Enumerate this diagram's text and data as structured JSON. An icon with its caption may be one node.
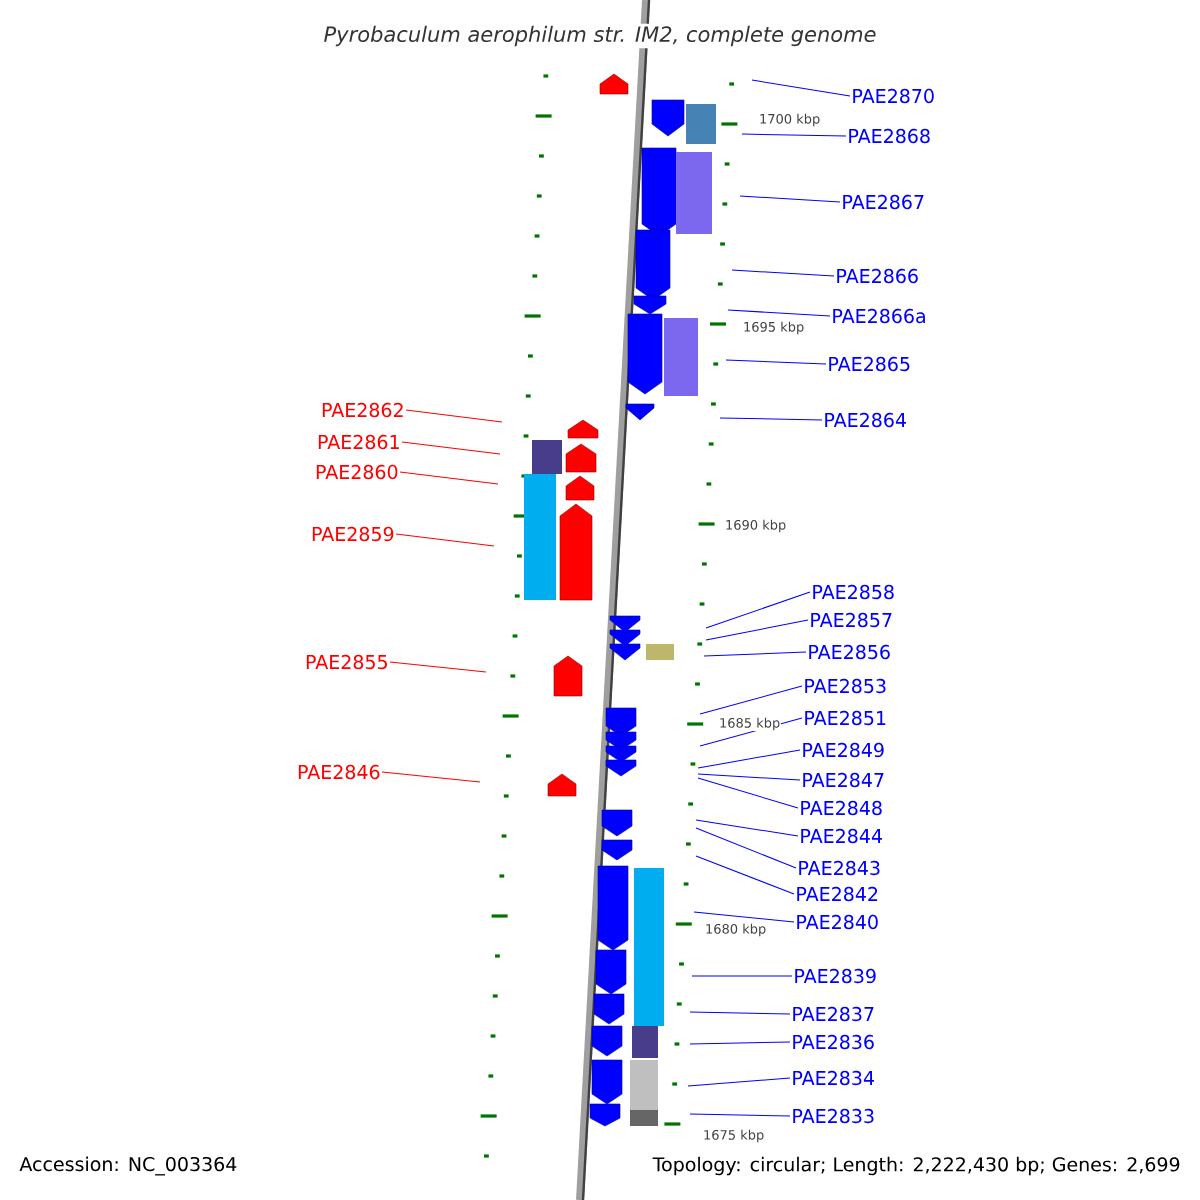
{
  "diagram": {
    "title": "Pyrobaculum aerophilum str. IM2, complete genome",
    "nodes": [
      {
        "text": [
          "PAE2870"
        ]
      },
      {
        "text": [
          "PAE2868"
        ]
      },
      {
        "text": [
          "PAE2867"
        ]
      },
      {
        "text": [
          "PAE2866"
        ]
      },
      {
        "text": [
          "PAE2866a"
        ]
      },
      {
        "text": [
          "PAE2865"
        ]
      },
      {
        "text": [
          "PAE2864"
        ]
      },
      {
        "text": [
          "PAE2862"
        ]
      },
      {
        "text": [
          "PAE2861"
        ]
      },
      {
        "text": [
          "PAE2860"
        ]
      },
      {
        "text": [
          "PAE2859"
        ]
      },
      {
        "text": [
          "PAE2858"
        ]
      },
      {
        "text": [
          "PAE2857"
        ]
      },
      {
        "text": [
          "PAE2856"
        ]
      },
      {
        "text": [
          "PAE2855"
        ]
      },
      {
        "text": [
          "PAE2853"
        ]
      },
      {
        "text": [
          "PAE2851"
        ]
      },
      {
        "text": [
          "PAE2849"
        ]
      },
      {
        "text": [
          "PAE2847"
        ]
      },
      {
        "text": [
          "PAE2846"
        ]
      },
      {
        "text": [
          "PAE2848"
        ]
      },
      {
        "text": [
          "PAE2844"
        ]
      },
      {
        "text": [
          "PAE2843"
        ]
      },
      {
        "text": [
          "PAE2842"
        ]
      },
      {
        "text": [
          "PAE2840"
        ]
      },
      {
        "text": [
          "PAE2839"
        ]
      },
      {
        "text": [
          "PAE2837"
        ]
      },
      {
        "text": [
          "PAE2836"
        ]
      },
      {
        "text": [
          "PAE2834"
        ]
      },
      {
        "text": [
          "PAE2833"
        ]
      }
    ],
    "edges": [
      {
        "from": 0,
        "to": null,
        "arrow": "none"
      },
      {
        "from": 1,
        "to": null,
        "arrow": "none"
      },
      {
        "from": 2,
        "to": null,
        "arrow": "none"
      },
      {
        "from": 3,
        "to": null,
        "arrow": "none"
      },
      {
        "from": 4,
        "to": null,
        "arrow": "none"
      },
      {
        "from": 5,
        "to": null,
        "arrow": "none"
      },
      {
        "from": 6,
        "to": null,
        "arrow": "none"
      },
      {
        "from": 7,
        "to": null,
        "arrow": "none",
        "color": "#ff0000"
      },
      {
        "from": 8,
        "to": null,
        "arrow": "none",
        "color": "#ff0000"
      },
      {
        "from": 9,
        "to": null,
        "arrow": "none",
        "color": "#ff0000"
      },
      {
        "from": 10,
        "to": null,
        "arrow": "none",
        "color": "#ff0000"
      },
      {
        "from": 11,
        "to": null,
        "arrow": "none"
      },
      {
        "from": 12,
        "to": null,
        "arrow": "none"
      },
      {
        "from": 13,
        "to": null,
        "arrow": "none"
      },
      {
        "from": 14,
        "to": null,
        "arrow": "none",
        "color": "#ff0000"
      },
      {
        "from": 15,
        "to": null,
        "arrow": "none"
      },
      {
        "from": 16,
        "to": null,
        "arrow": "none"
      },
      {
        "from": 17,
        "to": null,
        "arrow": "none"
      },
      {
        "from": 18,
        "to": null,
        "arrow": "none"
      },
      {
        "from": 19,
        "to": null,
        "arrow": "none",
        "color": "#ff0000"
      },
      {
        "from": 20,
        "to": null,
        "arrow": "none"
      },
      {
        "from": 21,
        "to": null,
        "arrow": "none"
      },
      {
        "from": 22,
        "to": null,
        "arrow": "none"
      },
      {
        "from": 23,
        "to": null,
        "arrow": "none"
      },
      {
        "from": 24,
        "to": null,
        "arrow": "none"
      },
      {
        "from": 25,
        "to": null,
        "arrow": "none"
      },
      {
        "from": 26,
        "to": null,
        "arrow": "none"
      },
      {
        "from": 27,
        "to": null,
        "arrow": "none"
      },
      {
        "from": 28,
        "to": null,
        "arrow": "none"
      },
      {
        "from": 29,
        "to": null,
        "arrow": "none"
      }
    ],
    "labels": [
      "1700 kbp",
      "1695 kbp",
      "1690 kbp",
      "1685 kbp",
      "1680 kbp",
      "1675 kbp",
      "Accession: NC_003364",
      "Topology: circular; Length: 2,222,430 bp; Genes: 2,699"
    ]
  }
}
